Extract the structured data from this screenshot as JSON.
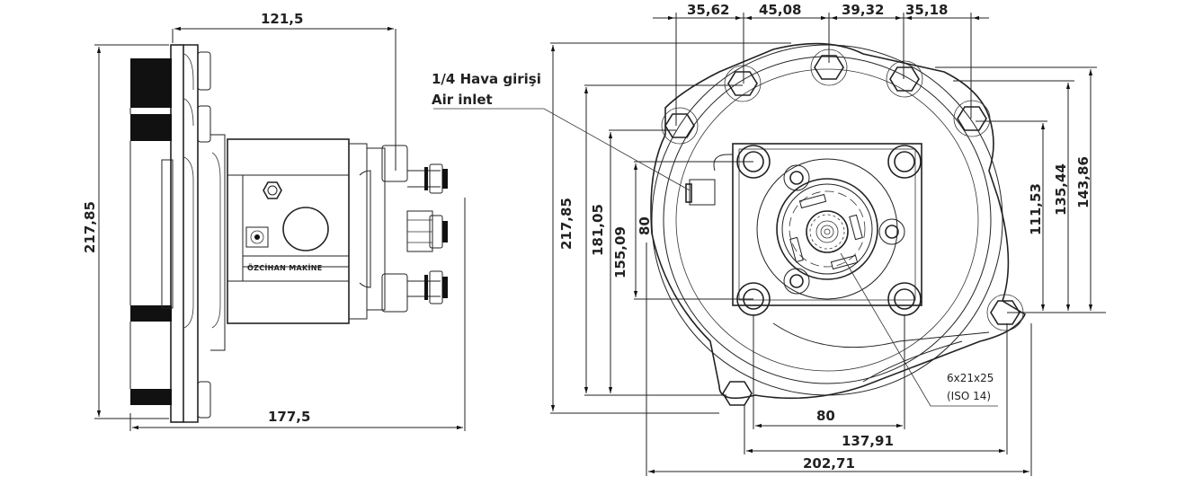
{
  "drawing": {
    "title": "Hydraulic pump adapter technical drawing",
    "brand_label": "ÖZCİHAN MAKİNE",
    "colors": {
      "line": "#222222",
      "background": "#ffffff"
    }
  },
  "side_view": {
    "dimensions": {
      "top_width": "121,5",
      "bottom_width": "177,5",
      "height": "217,85"
    }
  },
  "front_view": {
    "top_dimensions": [
      "35,62",
      "45,08",
      "39,32",
      "35,18"
    ],
    "left_dimensions": [
      "217,85",
      "181,05",
      "155,09",
      "80"
    ],
    "right_dimensions": [
      "111,53",
      "135,44",
      "143,86"
    ],
    "bottom_dimensions": [
      "80",
      "137,91",
      "202,71"
    ],
    "air_inlet_label": {
      "line1": "1/4 Hava girişi",
      "line2": "Air inlet"
    },
    "spline_label": {
      "line1": "6x21x25",
      "line2": "(ISO 14)"
    }
  }
}
